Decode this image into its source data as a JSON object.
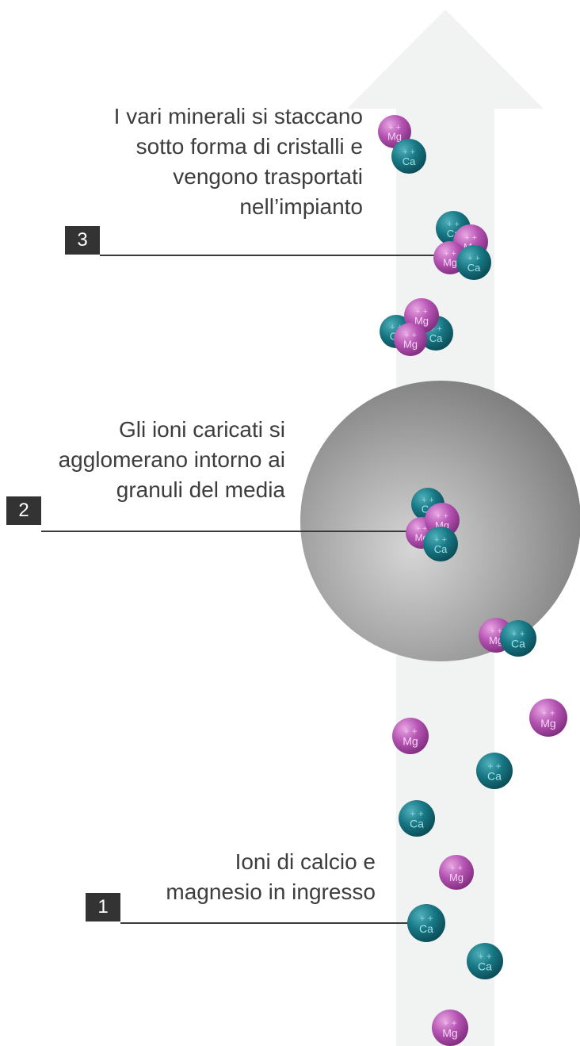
{
  "steps": [
    {
      "number": "3",
      "lines": [
        "I vari minerali si staccano",
        "sotto forma di cristalli e",
        "vengono trasportati",
        "nell’impianto"
      ]
    },
    {
      "number": "2",
      "lines": [
        "Gli ioni caricati si",
        "agglomerano intorno ai",
        "granuli del media"
      ]
    },
    {
      "number": "1",
      "lines": [
        "Ioni di calcio e",
        "magnesio in ingresso"
      ]
    }
  ],
  "ions": {
    "mg": {
      "charge": "+ +",
      "symbol": "Mg",
      "color": "#a845a6"
    },
    "ca": {
      "charge": "+ +",
      "symbol": "Ca",
      "color": "#13707c"
    }
  },
  "colors": {
    "arrow": "#f1f2f2",
    "sphere": "#8f8f8f",
    "badge": "#333333"
  }
}
